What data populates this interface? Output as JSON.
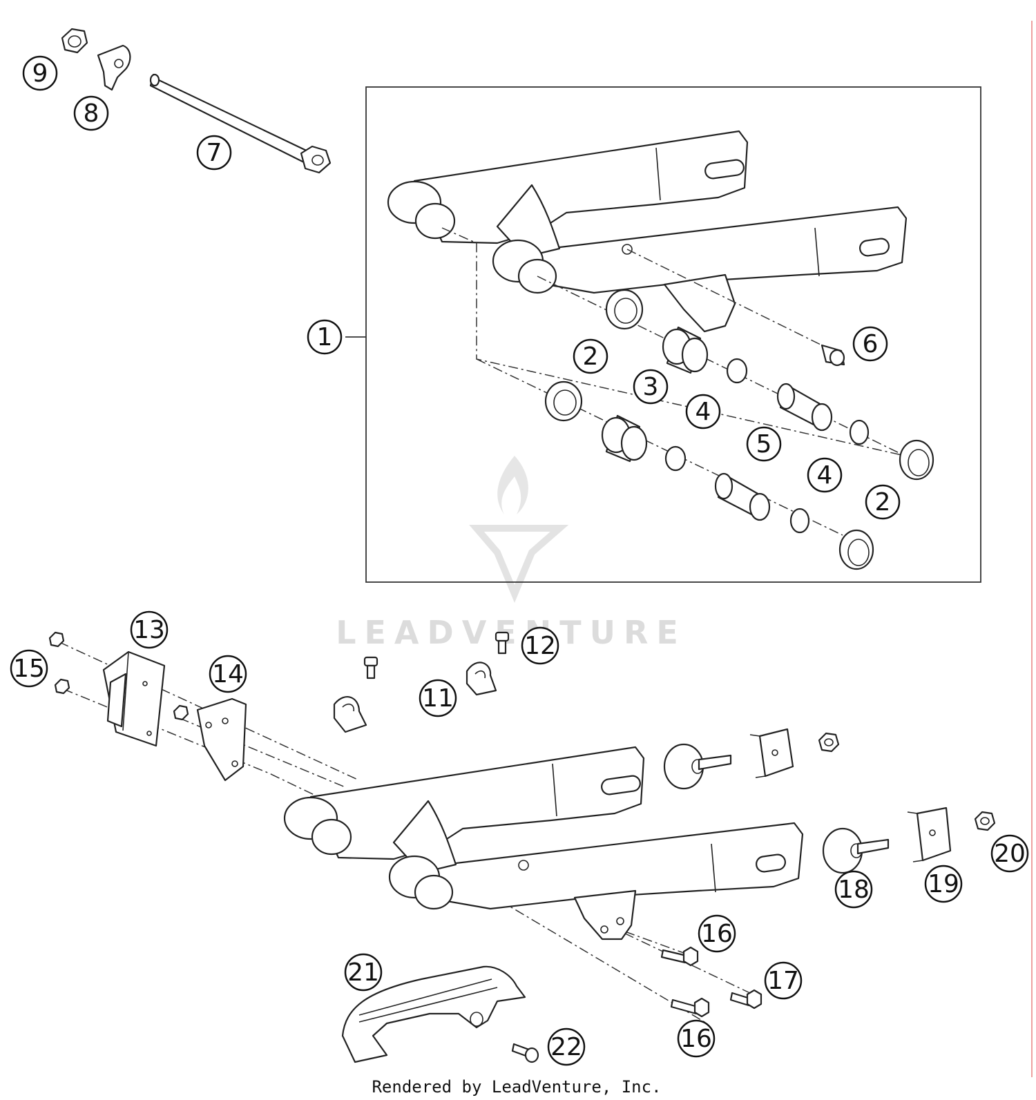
{
  "callouts": [
    {
      "id": "9",
      "label": "9"
    },
    {
      "id": "8",
      "label": "8"
    },
    {
      "id": "7",
      "label": "7"
    },
    {
      "id": "1",
      "label": "1"
    },
    {
      "id": "2a",
      "label": "2"
    },
    {
      "id": "3",
      "label": "3"
    },
    {
      "id": "4a",
      "label": "4"
    },
    {
      "id": "5",
      "label": "5"
    },
    {
      "id": "4b",
      "label": "4"
    },
    {
      "id": "2b",
      "label": "2"
    },
    {
      "id": "6",
      "label": "6"
    },
    {
      "id": "13",
      "label": "13"
    },
    {
      "id": "15",
      "label": "15"
    },
    {
      "id": "14",
      "label": "14"
    },
    {
      "id": "12",
      "label": "12"
    },
    {
      "id": "11",
      "label": "11"
    },
    {
      "id": "18",
      "label": "18"
    },
    {
      "id": "19",
      "label": "19"
    },
    {
      "id": "20",
      "label": "20"
    },
    {
      "id": "16a",
      "label": "16"
    },
    {
      "id": "17",
      "label": "17"
    },
    {
      "id": "16b",
      "label": "16"
    },
    {
      "id": "21",
      "label": "21"
    },
    {
      "id": "22",
      "label": "22"
    }
  ],
  "watermark": {
    "text": "LEADVENTURE"
  },
  "footer": {
    "text": "Rendered by LeadVenture, Inc."
  }
}
